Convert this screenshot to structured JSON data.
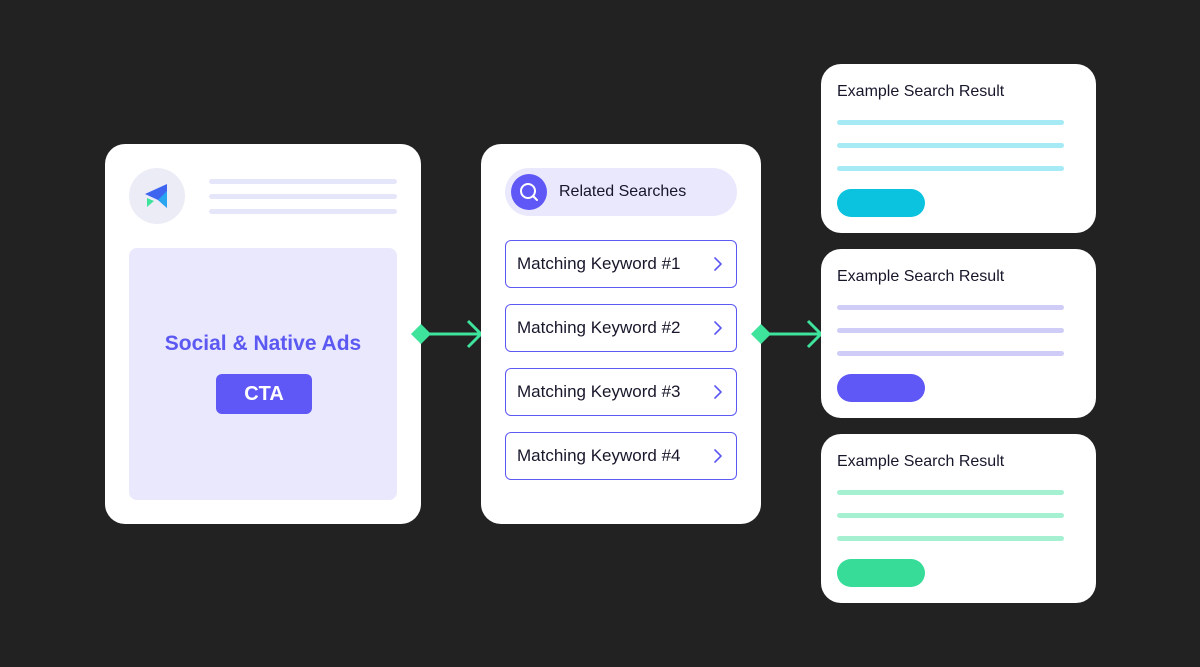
{
  "ad_card": {
    "title": "Social & Native Ads",
    "cta_label": "CTA",
    "logo_icon": "paper-plane-logo-icon"
  },
  "related_searches": {
    "header": "Related Searches",
    "icon": "search-icon",
    "keywords": [
      "Matching Keyword #1",
      "Matching Keyword #2",
      "Matching Keyword #3",
      "Matching Keyword #4"
    ]
  },
  "results": [
    {
      "title": "Example Search Result",
      "line_color": "#a5eaf4",
      "button_color": "#0bc3df"
    },
    {
      "title": "Example Search Result",
      "line_color": "#cfcdf7",
      "button_color": "#5f58f6"
    },
    {
      "title": "Example Search Result",
      "line_color": "#a6f0d2",
      "button_color": "#37dc99"
    }
  ],
  "colors": {
    "background": "#222222",
    "accent": "#5f58f6",
    "connector": "#3ee39c"
  }
}
